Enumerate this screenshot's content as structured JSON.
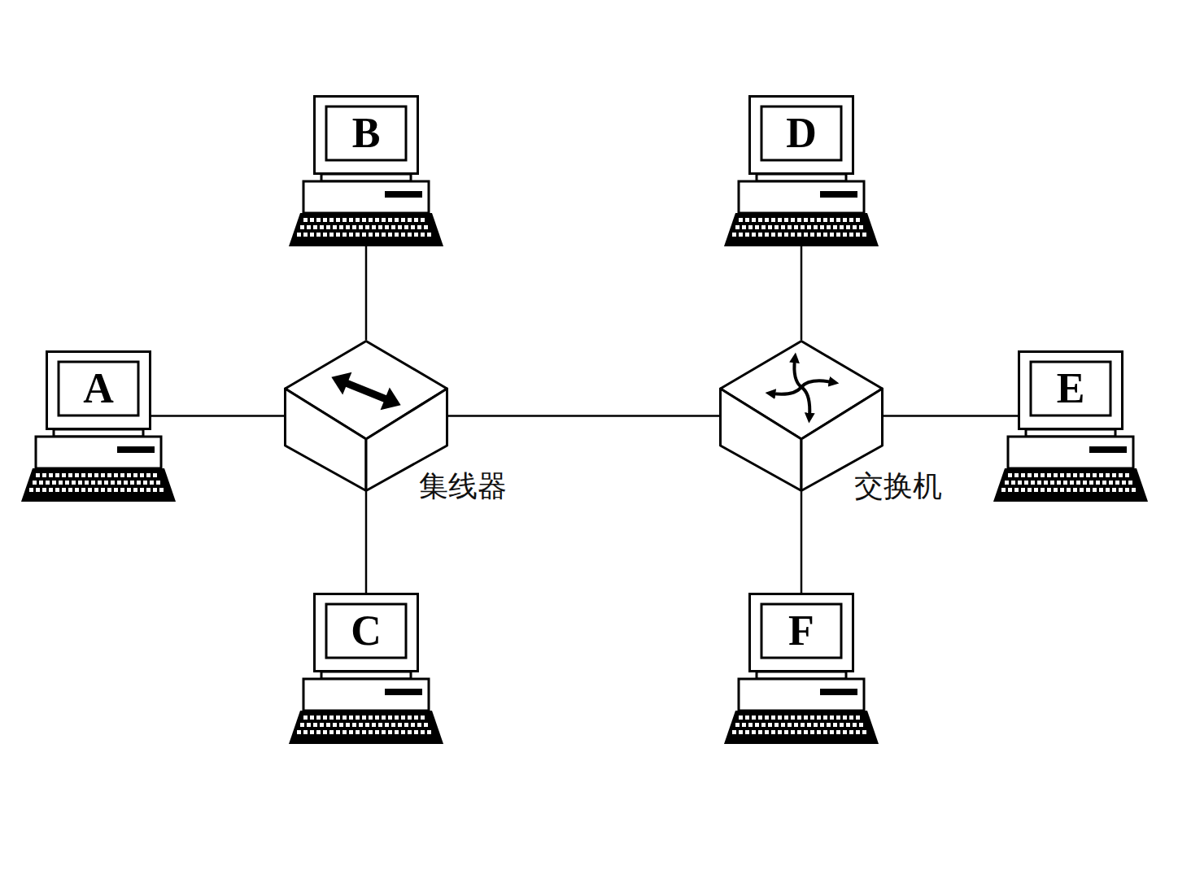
{
  "diagram": {
    "nodes": [
      {
        "text": [
          "B"
        ]
      },
      {
        "text": [
          "D"
        ]
      },
      {
        "text": [
          "A"
        ]
      },
      {
        "text": [
          "集线器"
        ]
      },
      {
        "text": [
          "交换机"
        ]
      },
      {
        "text": [
          "E"
        ]
      },
      {
        "text": [
          "C"
        ]
      },
      {
        "text": [
          "F"
        ]
      }
    ],
    "edges": [
      {
        "from": 2,
        "to": 3,
        "arrow": "none"
      },
      {
        "from": 0,
        "to": 3,
        "arrow": "none"
      },
      {
        "from": 6,
        "to": 3,
        "arrow": "none"
      },
      {
        "from": 3,
        "to": 4,
        "arrow": "none"
      },
      {
        "from": 1,
        "to": 4,
        "arrow": "none"
      },
      {
        "from": 5,
        "to": 4,
        "arrow": "none"
      },
      {
        "from": 7,
        "to": 4,
        "arrow": "none"
      }
    ]
  }
}
